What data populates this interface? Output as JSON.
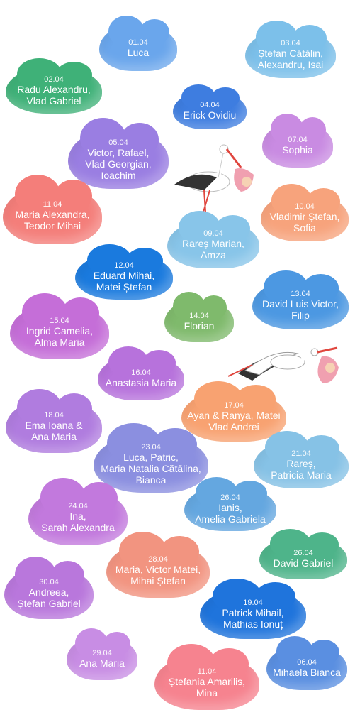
{
  "clouds": [
    {
      "date": "01.04",
      "names": "Luca",
      "color": "#6aa6ec"
    },
    {
      "date": "03.04",
      "names": "Ștefan Cătălin,\nAlexandru, Isai",
      "color": "#7cc0ea"
    },
    {
      "date": "02.04",
      "names": "Radu Alexandru,\nVlad Gabriel",
      "color": "#3fb178"
    },
    {
      "date": "04.04",
      "names": "Erick Ovidiu",
      "color": "#3e7de0"
    },
    {
      "date": "05.04",
      "names": "Victor, Rafael,\nVlad Georgian,\nIoachim",
      "color": "#9a7ee2"
    },
    {
      "date": "07.04",
      "names": "Sophia",
      "color": "#c98be2"
    },
    {
      "date": "11.04",
      "names": "Maria Alexandra,\nTeodor Mihai",
      "color": "#f47e7a"
    },
    {
      "date": "10.04",
      "names": "Vladimir Ștefan,\nSofia",
      "color": "#f7a37c"
    },
    {
      "date": "09.04",
      "names": "Rareș Marian,\nAmza",
      "color": "#88c5e9"
    },
    {
      "date": "12.04",
      "names": "Eduard Mihai,\nMatei Ștefan",
      "color": "#1a7ade"
    },
    {
      "date": "13.04",
      "names": "David Luis Victor,\nFilip",
      "color": "#4c98e2"
    },
    {
      "date": "15.04",
      "names": "Ingrid Camelia,\nAlma Maria",
      "color": "#c56ed8"
    },
    {
      "date": "14.04",
      "names": "Florian",
      "color": "#7fba6c"
    },
    {
      "date": "16.04",
      "names": "Anastasia Maria",
      "color": "#b772dc"
    },
    {
      "date": "17.04",
      "names": "Ayan & Ranya, Matei\nVlad Andrei",
      "color": "#f8a271"
    },
    {
      "date": "18.04",
      "names": "Ema Ioana &\nAna Maria",
      "color": "#b07cdf"
    },
    {
      "date": "23.04",
      "names": "Luca, Patric,\nMaria Natalia Cătălina,\nBianca",
      "color": "#8b8fe0"
    },
    {
      "date": "21.04",
      "names": "Rareș,\nPatricia Maria",
      "color": "#86c2e6"
    },
    {
      "date": "24.04",
      "names": "Ina,\nSarah Alexandra",
      "color": "#c279dd"
    },
    {
      "date": "26.04",
      "names": "Ianis,\nAmelia Gabriela",
      "color": "#64a7e0"
    },
    {
      "date": "28.04",
      "names": "Maria, Victor Matei,\nMihai Ștefan",
      "color": "#f29480"
    },
    {
      "date": "26.04",
      "names": "David Gabriel",
      "color": "#4eb48a"
    },
    {
      "date": "30.04",
      "names": "Andreea,\nȘtefan Gabriel",
      "color": "#b977dc"
    },
    {
      "date": "19.04",
      "names": "Patrick Mihail,\nMathias Ionuț",
      "color": "#1f74dc"
    },
    {
      "date": "29.04",
      "names": "Ana Maria",
      "color": "#c88de4"
    },
    {
      "date": "11.04",
      "names": "Ștefania Amarilis,\nMina",
      "color": "#f6838f"
    },
    {
      "date": "06.04",
      "names": "Mihaela Bianca",
      "color": "#5a8fe1"
    }
  ]
}
